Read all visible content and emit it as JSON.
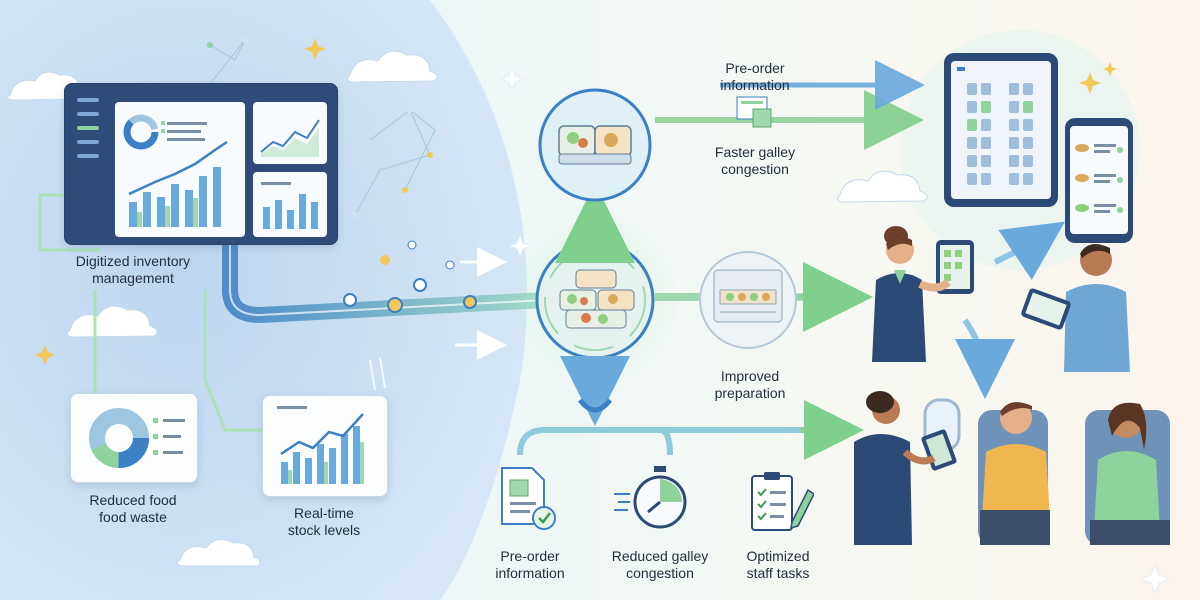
{
  "labels": {
    "digitized": "Digitized inventory\nmanagement",
    "reduced_food": "Reduced food\nfood waste",
    "real_time": "Real-time\nstock levels",
    "preorder_top": "Pre-order\ninformation",
    "faster_galley": "Faster galley\ncongestion",
    "improved": "Improved\npreparation",
    "preorder_bottom": "Pre-order\ninformation",
    "reduced_galley": "Reduced galley\ncongestion",
    "optimized": "Optimized\nstaff tasks"
  },
  "colors": {
    "accent_blue": "#3b7fc4",
    "accent_green": "#6cc37a",
    "navy": "#2b4a76",
    "panel": "#f7fbff"
  },
  "icons": [
    "cloud-icon",
    "sparkle-icon",
    "dashboard-icon",
    "pie-chart-icon",
    "line-chart-icon",
    "meal-tray-icon",
    "galley-icon",
    "tablet-icon",
    "phone-icon",
    "document-check-icon",
    "stopwatch-icon",
    "checklist-icon",
    "flight-attendant-icon",
    "passenger-icon"
  ]
}
